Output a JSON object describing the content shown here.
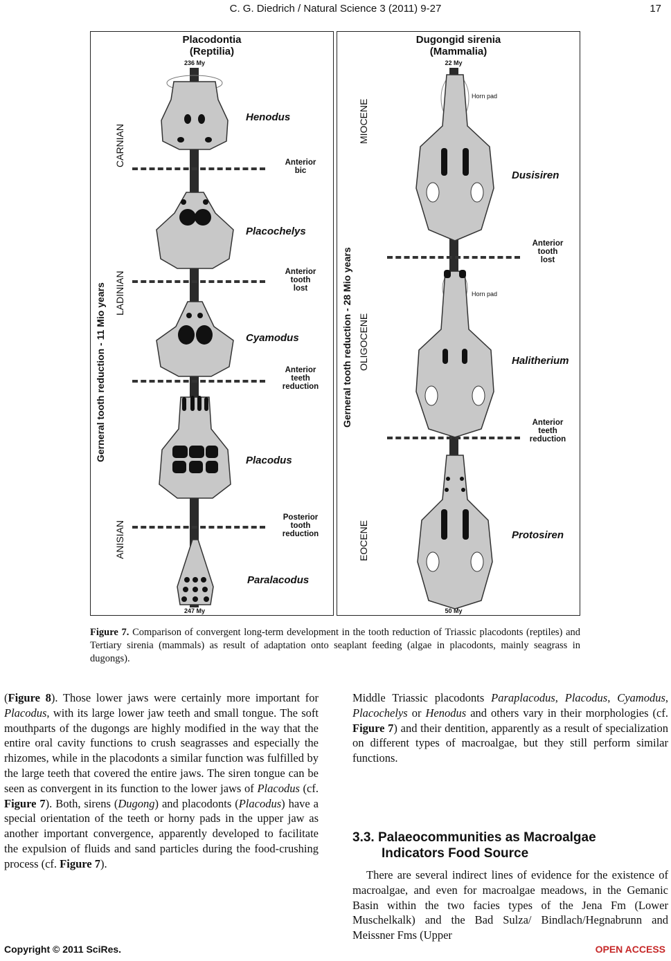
{
  "header": {
    "running_title": "C. G. Diedrich / Natural Science 3 (2011) 9-27",
    "page_number": "17"
  },
  "figure": {
    "left_panel": {
      "title_line1": "Placodontia",
      "title_line2": "(Reptilia)",
      "age_top": "236 My",
      "age_bottom": "247 My",
      "axis_label": "Gerneral tooth reduction - 11 Mio years",
      "stages": [
        "CARNIAN",
        "LADINIAN",
        "ANISIAN"
      ],
      "taxa": [
        "Henodus",
        "Placochelys",
        "Cyamodus",
        "Placodus",
        "Paralacodus"
      ],
      "events": [
        [
          "Anterior",
          "bic"
        ],
        [
          "Anterior",
          "tooth",
          "lost"
        ],
        [
          "Anterior",
          "teeth",
          "reduction"
        ],
        [
          "Posterior",
          "tooth",
          "reduction"
        ]
      ]
    },
    "right_panel": {
      "title_line1": "Dugongid sirenia",
      "title_line2": "(Mammalia)",
      "age_top": "22 My",
      "age_bottom": "50 My",
      "axis_label": "Gerneral tooth reduction - 28 Mio years",
      "stages": [
        "MIOCENE",
        "OLIGOCENE",
        "EOCENE"
      ],
      "taxa": [
        "Dusisiren",
        "Halitherium",
        "Protosiren"
      ],
      "horn_pad": "Horn pad",
      "events": [
        [
          "Anterior",
          "tooth",
          "lost"
        ],
        [
          "Anterior",
          "teeth",
          "reduction"
        ]
      ]
    },
    "caption_label": "Figure 7.",
    "caption_text": "Comparison of convergent long-term development in the tooth reduction of Triassic placodonts (reptiles) and Tertiary sirenia (mammals) as result of adaptation onto seaplant feeding (algae in placodonts, mainly seagrass in dugongs)."
  },
  "left_column": {
    "p1": [
      "(",
      "Figure 8",
      "). Those lower jaws were certainly more important for ",
      "Placodus",
      ", with its large lower jaw teeth and small tongue. The soft mouthparts of the dugongs are highly modified in the way that the entire oral cavity functions to crush seagrasses and especially the rhizomes, while in the placodonts a similar function was fulfilled by the large teeth that covered the entire jaws. The siren tongue can be seen as convergent in its function to the lower jaws of ",
      "Placodus",
      " (cf. ",
      "Figure 7",
      "). Both, sirens (",
      "Dugong",
      ") and placodonts (",
      "Placodus",
      ") have a special orientation of the teeth or horny pads in the upper jaw as another important convergence, apparently developed to facilitate the expulsion of fluids and sand particles during the food-crushing process (cf. ",
      "Figure 7",
      ")."
    ]
  },
  "right_column": {
    "p1": [
      "Middle Triassic placodonts ",
      "Paraplacodus",
      ", ",
      "Placodus",
      ", ",
      "Cyamodus",
      ", ",
      "Placochelys",
      " or ",
      "Henodus",
      " and others vary in their morphologies (cf. ",
      "Figure 7",
      ") and their dentition, apparently as a result of specialization on different types of macroalgae, but they still perform similar functions."
    ],
    "section_heading_line1": "3.3. Palaeocommunities as Macroalgae",
    "section_heading_line2": "Indicators Food Source",
    "p2": "There are several indirect lines of evidence for the existence of macroalgae, and even for macroalgae meadows, in the Gemanic Basin within the two facies types of the Jena Fm (Lower Muschelkalk) and the Bad Sulza/ Bindlach/Hegnabrunn and Meissner Fms (Upper"
  },
  "footer": {
    "copyright": "Copyright © 2011 SciRes.",
    "open_access": "OPEN ACCESS"
  },
  "colors": {
    "bone": "#c8c8c8",
    "tooth": "#111111",
    "open_access": "#c62828"
  }
}
